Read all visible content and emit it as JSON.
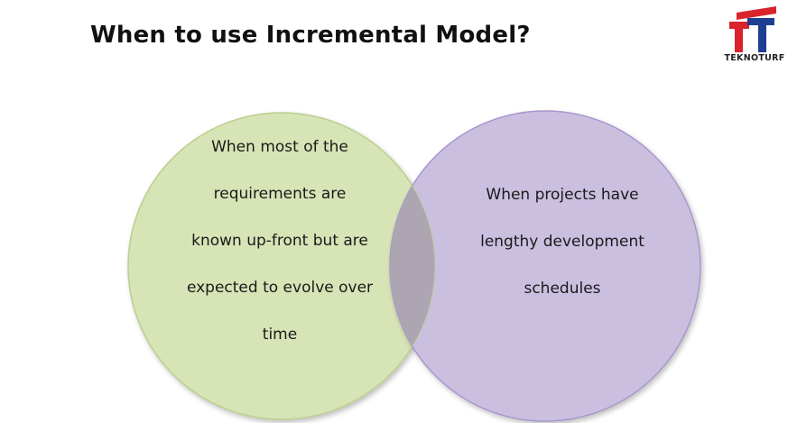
{
  "slide": {
    "title": "When to use Incremental Model?"
  },
  "logo": {
    "text": "TEKNOTURF",
    "icon": "teknoturf-logo-icon",
    "colors": {
      "red": "#d9242b",
      "blue": "#1e3f8f"
    }
  },
  "venn": {
    "left": {
      "lines": [
        "When most of the",
        "requirements are",
        "known up-front but are",
        "expected to evolve  over",
        "time"
      ],
      "fill": "#d7e4b6",
      "stroke": "#bccf90"
    },
    "right": {
      "lines": [
        "When projects have",
        "lengthy development",
        "schedules"
      ],
      "fill": "#cbbfe0",
      "stroke": "#a996cc"
    },
    "overlap_fill": "#ada6b2"
  }
}
